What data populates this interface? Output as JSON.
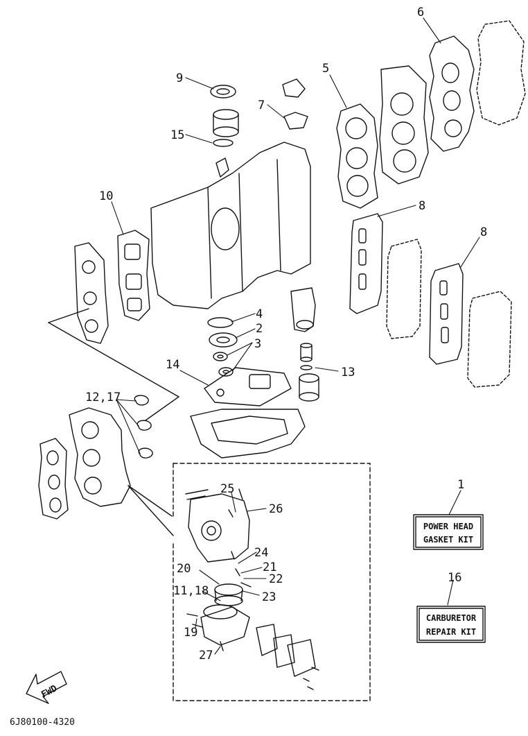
{
  "diagram": {
    "callouts": {
      "c1": "1",
      "c2": "2",
      "c3": "3",
      "c4": "4",
      "c5": "5",
      "c6": "6",
      "c7": "7",
      "c8a": "8",
      "c8b": "8",
      "c9": "9",
      "c10": "10",
      "c13": "13",
      "c14": "14",
      "c15": "15",
      "c16": "16",
      "c12_17": "12,17",
      "c20": "20",
      "c11_18": "11,18",
      "c19": "19",
      "c21": "21",
      "c22": "22",
      "c23": "23",
      "c24": "24",
      "c25": "25",
      "c26": "26",
      "c27": "27"
    },
    "kits": {
      "power_head_line1": "POWER HEAD",
      "power_head_line2": "GASKET KIT",
      "carburetor_line1": "CARBURETOR",
      "carburetor_line2": "REPAIR KIT"
    },
    "fwd_label": "FWD",
    "drawing_code": "6J80100-4320"
  }
}
